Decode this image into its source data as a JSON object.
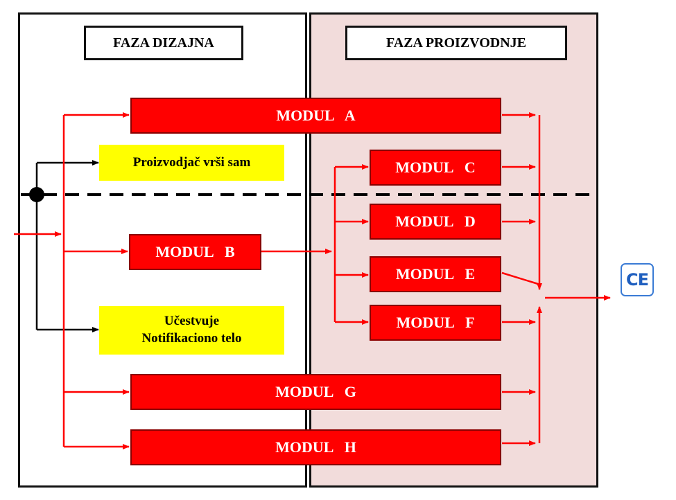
{
  "phases": {
    "design": "FAZA DIZAJNA",
    "production": "FAZA PROIZVODNJE"
  },
  "modules": {
    "a": "MODUL   A",
    "b": "MODUL   B",
    "c": "MODUL   C",
    "d": "MODUL   D",
    "e": "MODUL   E",
    "f": "MODUL   F",
    "g": "MODUL   G",
    "h": "MODUL   H"
  },
  "notes": {
    "manufacturer": "Proizvodjač vrši sam",
    "notified_body_line1": "Učestvuje",
    "notified_body_line2": "Notifikaciono telo"
  },
  "mark": "CE",
  "colors": {
    "module_fill": "#ff0000",
    "note_fill": "#ffff00",
    "production_bg": "#f2dcdb",
    "flow_line": "#ff0000",
    "ce_blue": "#1f5fbf"
  }
}
